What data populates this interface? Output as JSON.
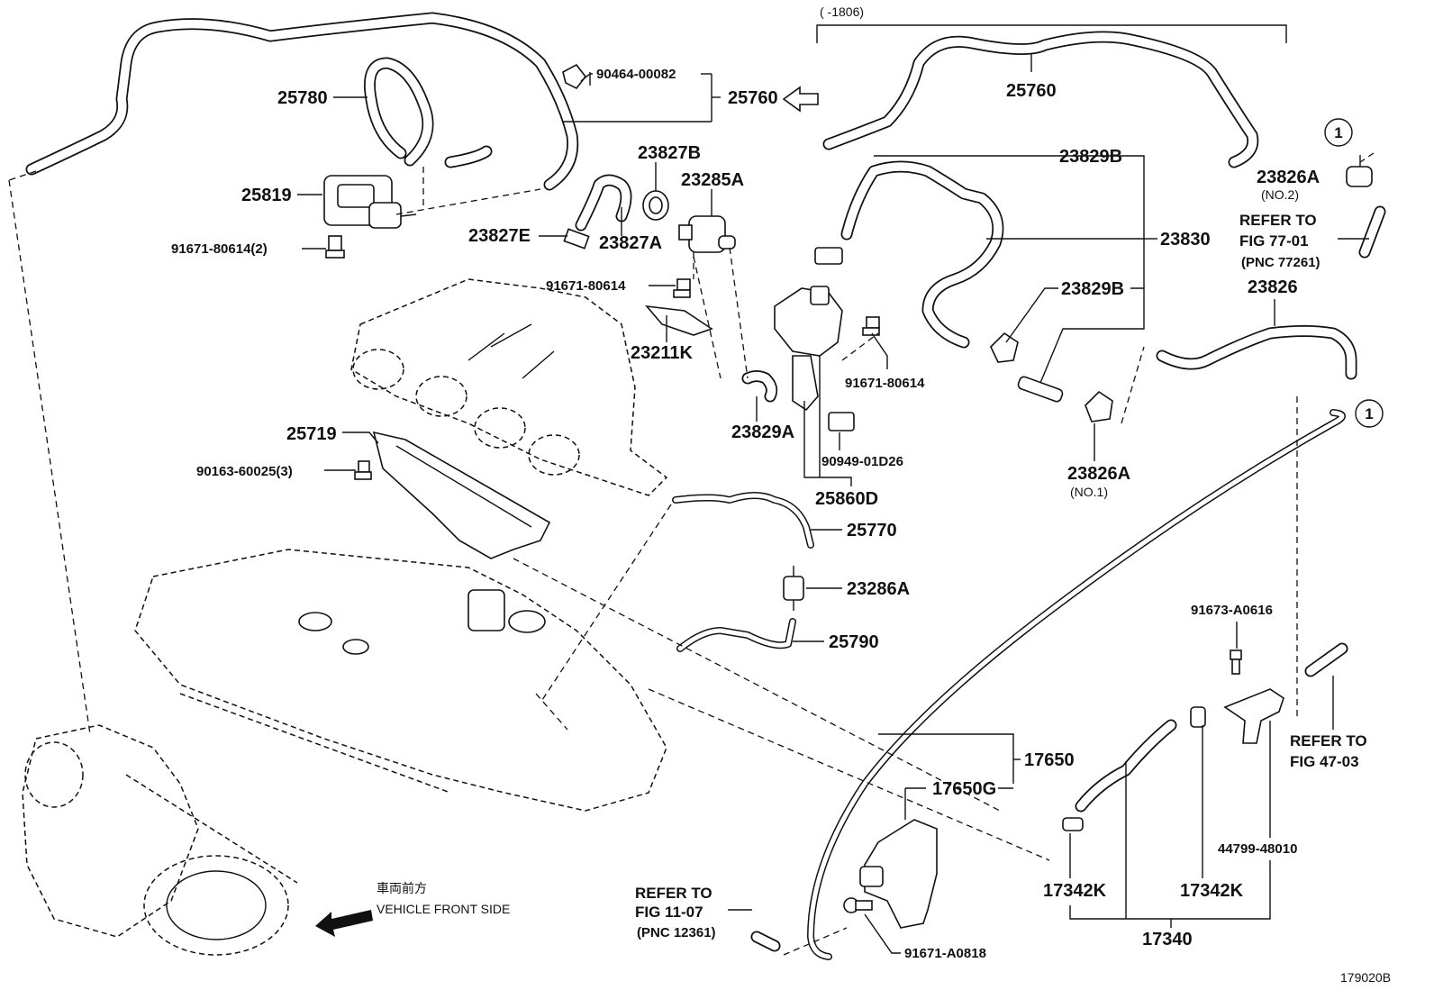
{
  "range_note": "(    -1806)",
  "figure_code": "179020B",
  "orientation": {
    "jp": "車両前方",
    "en": "VEHICLE FRONT SIDE"
  },
  "callout_marker": "1",
  "labels": {
    "p25760_main": "25760",
    "p25760_upper": "25760",
    "p25780": "25780",
    "p90464": "90464-00082",
    "p25819": "25819",
    "p91671_80614_2": "91671-80614(2)",
    "p23827b": "23827B",
    "p23285a": "23285A",
    "p23827e": "23827E",
    "p23827a": "23827A",
    "p91671_80614_a": "91671-80614",
    "p23211k": "23211K",
    "p23829a": "23829A",
    "p23829b_1": "23829B",
    "p23830": "23830",
    "p23829b_2": "23829B",
    "p91671_80614_b": "91671-80614",
    "p90949": "90949-01D26",
    "p25860d": "25860D",
    "p23826a_1": "23826A",
    "p23826a_1_note": "(NO.1)",
    "p23826a_2": "23826A",
    "p23826a_2_note": "(NO.2)",
    "p23826": "23826",
    "p25719": "25719",
    "p90163": "90163-60025(3)",
    "p25770": "25770",
    "p23286a": "23286A",
    "p25790": "25790",
    "p17650": "17650",
    "p17650g": "17650G",
    "p91673": "91673-A0616",
    "p44799": "44799-48010",
    "p17342k_1": "17342K",
    "p17342k_2": "17342K",
    "p17340": "17340",
    "p91671_a0818": "91671-A0818"
  },
  "refers": {
    "fig77_line1": "REFER TO",
    "fig77_line2": "FIG 77-01",
    "fig77_line3": "(PNC 77261)",
    "fig47_line1": "REFER TO",
    "fig47_line2": "FIG 47-03",
    "fig11_line1": "REFER TO",
    "fig11_line2": "FIG 11-07",
    "fig11_line3": "(PNC 12361)"
  }
}
